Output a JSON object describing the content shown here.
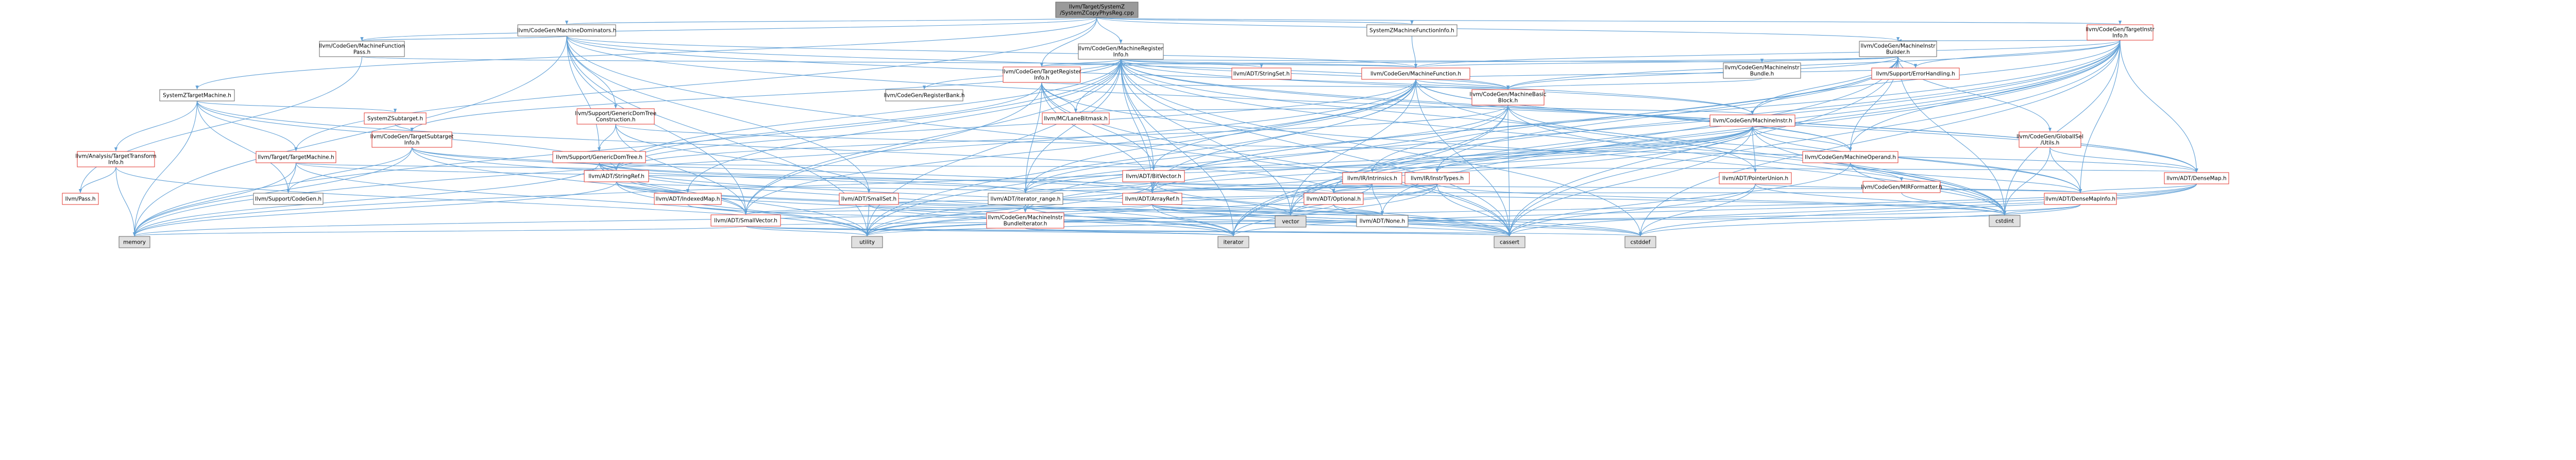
{
  "colors": {
    "edge": "#63a1d6",
    "root_fill": "#9a9a9a",
    "node_fill": "#ffffff",
    "system_fill": "#e0e0e0",
    "node_border": "#666666",
    "red_border": "#e0362c"
  },
  "nodes": [
    {
      "id": "root",
      "lines": [
        "llvm/Target/SystemZ",
        "/SystemZCopyPhysReg.cpp"
      ],
      "style": "root"
    },
    {
      "id": "dom",
      "lines": [
        "llvm/CodeGen/MachineDominators.h"
      ],
      "style": "plain"
    },
    {
      "id": "zmfi",
      "lines": [
        "SystemZMachineFunctionInfo.h"
      ],
      "style": "plain"
    },
    {
      "id": "tgtinstr",
      "lines": [
        "llvm/CodeGen/TargetInstr",
        "Info.h"
      ],
      "style": "red"
    },
    {
      "id": "mir",
      "lines": [
        "llvm/CodeGen/MachineInstr",
        "Builder.h"
      ],
      "style": "plain"
    },
    {
      "id": "mfpass",
      "lines": [
        "llvm/CodeGen/MachineFunction",
        "Pass.h"
      ],
      "style": "plain"
    },
    {
      "id": "mri",
      "lines": [
        "llvm/CodeGen/MachineRegister",
        "Info.h"
      ],
      "style": "plain"
    },
    {
      "id": "mibundle",
      "lines": [
        "llvm/CodeGen/MachineInstr",
        "Bundle.h"
      ],
      "style": "plain"
    },
    {
      "id": "tri",
      "lines": [
        "llvm/CodeGen/TargetRegister",
        "Info.h"
      ],
      "style": "red"
    },
    {
      "id": "strset",
      "lines": [
        "llvm/ADT/StringSet.h"
      ],
      "style": "red"
    },
    {
      "id": "mf",
      "lines": [
        "llvm/CodeGen/MachineFunction.h"
      ],
      "style": "red"
    },
    {
      "id": "errh",
      "lines": [
        "llvm/Support/ErrorHandling.h"
      ],
      "style": "red"
    },
    {
      "id": "ztm",
      "lines": [
        "SystemZTargetMachine.h"
      ],
      "style": "plain"
    },
    {
      "id": "regbank",
      "lines": [
        "llvm/CodeGen/RegisterBank.h"
      ],
      "style": "plain"
    },
    {
      "id": "mbb",
      "lines": [
        "llvm/CodeGen/MachineBasic",
        "Block.h"
      ],
      "style": "red"
    },
    {
      "id": "gdtc",
      "lines": [
        "llvm/Support/GenericDomTree",
        "Construction.h"
      ],
      "style": "red"
    },
    {
      "id": "subtgt",
      "lines": [
        "SystemZSubtarget.h"
      ],
      "style": "red"
    },
    {
      "id": "lanemask",
      "lines": [
        "llvm/MC/LaneBitmask.h"
      ],
      "style": "red"
    },
    {
      "id": "mi",
      "lines": [
        "llvm/CodeGen/MachineInstr.h"
      ],
      "style": "red"
    },
    {
      "id": "globalisel",
      "lines": [
        "llvm/CodeGen/GlobalISel",
        "/Utils.h"
      ],
      "style": "red"
    },
    {
      "id": "tsi",
      "lines": [
        "llvm/CodeGen/TargetSubtarget",
        "Info.h"
      ],
      "style": "red"
    },
    {
      "id": "gdt",
      "lines": [
        "llvm/Support/GenericDomTree.h"
      ],
      "style": "red"
    },
    {
      "id": "att",
      "lines": [
        "llvm/Analysis/TargetTransform",
        "Info.h"
      ],
      "style": "red"
    },
    {
      "id": "ttm",
      "lines": [
        "llvm/Target/TargetMachine.h"
      ],
      "style": "red"
    },
    {
      "id": "mop",
      "lines": [
        "llvm/CodeGen/MachineOperand.h"
      ],
      "style": "red"
    },
    {
      "id": "intrin",
      "lines": [
        "llvm/IR/Intrinsics.h"
      ],
      "style": "red"
    },
    {
      "id": "instrtypes",
      "lines": [
        "llvm/IR/InstrTypes.h"
      ],
      "style": "red"
    },
    {
      "id": "ptrunion",
      "lines": [
        "llvm/ADT/PointerUnion.h"
      ],
      "style": "red"
    },
    {
      "id": "strref",
      "lines": [
        "llvm/ADT/StringRef.h"
      ],
      "style": "red"
    },
    {
      "id": "bitvec",
      "lines": [
        "llvm/ADT/BitVector.h"
      ],
      "style": "red"
    },
    {
      "id": "mirfmt",
      "lines": [
        "llvm/CodeGen/MIRFormatter.h"
      ],
      "style": "red"
    },
    {
      "id": "densemap",
      "lines": [
        "llvm/ADT/DenseMap.h"
      ],
      "style": "red"
    },
    {
      "id": "pass",
      "lines": [
        "llvm/Pass.h"
      ],
      "style": "red"
    },
    {
      "id": "supcg",
      "lines": [
        "llvm/Support/CodeGen.h"
      ],
      "style": "plain"
    },
    {
      "id": "idxmap",
      "lines": [
        "llvm/ADT/IndexedMap.h"
      ],
      "style": "red"
    },
    {
      "id": "smallset",
      "lines": [
        "llvm/ADT/SmallSet.h"
      ],
      "style": "red"
    },
    {
      "id": "iterrange",
      "lines": [
        "llvm/ADT/iterator_range.h"
      ],
      "style": "plain"
    },
    {
      "id": "arrayref",
      "lines": [
        "llvm/ADT/ArrayRef.h"
      ],
      "style": "red"
    },
    {
      "id": "optional",
      "lines": [
        "llvm/ADT/Optional.h"
      ],
      "style": "red"
    },
    {
      "id": "densemapinfo",
      "lines": [
        "llvm/ADT/DenseMapInfo.h"
      ],
      "style": "red"
    },
    {
      "id": "smallvec",
      "lines": [
        "llvm/ADT/SmallVector.h"
      ],
      "style": "red"
    },
    {
      "id": "mibi",
      "lines": [
        "llvm/CodeGen/MachineInstr",
        "BundleIterator.h"
      ],
      "style": "red"
    },
    {
      "id": "vector",
      "lines": [
        "vector"
      ],
      "style": "system"
    },
    {
      "id": "none",
      "lines": [
        "llvm/ADT/None.h"
      ],
      "style": "plain"
    },
    {
      "id": "cstdint",
      "lines": [
        "cstdint"
      ],
      "style": "system"
    },
    {
      "id": "memory",
      "lines": [
        "memory"
      ],
      "style": "system"
    },
    {
      "id": "utility",
      "lines": [
        "utility"
      ],
      "style": "system"
    },
    {
      "id": "iterator",
      "lines": [
        "iterator"
      ],
      "style": "system"
    },
    {
      "id": "cassert",
      "lines": [
        "cassert"
      ],
      "style": "system"
    },
    {
      "id": "cstddef",
      "lines": [
        "cstddef"
      ],
      "style": "system"
    }
  ],
  "edges": [
    [
      "root",
      "dom"
    ],
    [
      "root",
      "zmfi"
    ],
    [
      "root",
      "tgtinstr"
    ],
    [
      "root",
      "mri"
    ],
    [
      "root",
      "mir"
    ],
    [
      "root",
      "mfpass"
    ],
    [
      "root",
      "ztm"
    ],
    [
      "root",
      "ttm"
    ],
    [
      "root",
      "tri"
    ],
    [
      "dom",
      "mfpass"
    ],
    [
      "dom",
      "mbb"
    ],
    [
      "dom",
      "mf"
    ],
    [
      "dom",
      "mi"
    ],
    [
      "dom",
      "gdt"
    ],
    [
      "dom",
      "gdtc"
    ],
    [
      "dom",
      "smallvec"
    ],
    [
      "dom",
      "densemap"
    ],
    [
      "dom",
      "memory"
    ],
    [
      "dom",
      "cassert"
    ],
    [
      "dom",
      "utility"
    ],
    [
      "dom",
      "smallset"
    ],
    [
      "zmfi",
      "mf"
    ],
    [
      "tgtinstr",
      "mir"
    ],
    [
      "tgtinstr",
      "mf"
    ],
    [
      "tgtinstr",
      "mbb"
    ],
    [
      "tgtinstr",
      "mi"
    ],
    [
      "tgtinstr",
      "mop"
    ],
    [
      "tgtinstr",
      "errh"
    ],
    [
      "tgtinstr",
      "densemap"
    ],
    [
      "tgtinstr",
      "densemapinfo"
    ],
    [
      "tgtinstr",
      "arrayref"
    ],
    [
      "tgtinstr",
      "none"
    ],
    [
      "tgtinstr",
      "optional"
    ],
    [
      "tgtinstr",
      "cassert"
    ],
    [
      "tgtinstr",
      "cstddef"
    ],
    [
      "tgtinstr",
      "cstdint"
    ],
    [
      "tgtinstr",
      "utility"
    ],
    [
      "tgtinstr",
      "vector"
    ],
    [
      "tgtinstr",
      "iterator"
    ],
    [
      "mir",
      "mibundle"
    ],
    [
      "mir",
      "mf"
    ],
    [
      "mir",
      "mbb"
    ],
    [
      "mir",
      "mi"
    ],
    [
      "mir",
      "mop"
    ],
    [
      "mir",
      "globalisel"
    ],
    [
      "mir",
      "tri"
    ],
    [
      "mir",
      "errh"
    ],
    [
      "mir",
      "instrtypes"
    ],
    [
      "mir",
      "intrin"
    ],
    [
      "mir",
      "cassert"
    ],
    [
      "mir",
      "cstdint"
    ],
    [
      "mir",
      "arrayref"
    ],
    [
      "mir",
      "iterator"
    ],
    [
      "mfpass",
      "mf"
    ],
    [
      "mfpass",
      "pass"
    ],
    [
      "mri",
      "tri"
    ],
    [
      "mri",
      "strset"
    ],
    [
      "mri",
      "mf"
    ],
    [
      "mri",
      "mbb"
    ],
    [
      "mri",
      "mi"
    ],
    [
      "mri",
      "mop"
    ],
    [
      "mri",
      "mibundle"
    ],
    [
      "mri",
      "regbank"
    ],
    [
      "mri",
      "lanemask"
    ],
    [
      "mri",
      "tsi"
    ],
    [
      "mri",
      "bitvec"
    ],
    [
      "mri",
      "idxmap"
    ],
    [
      "mri",
      "iterrange"
    ],
    [
      "mri",
      "arrayref"
    ],
    [
      "mri",
      "pointerunion"
    ],
    [
      "mri",
      "smallvec"
    ],
    [
      "mri",
      "densemap"
    ],
    [
      "mri",
      "ptrunion"
    ],
    [
      "mri",
      "memory"
    ],
    [
      "mri",
      "utility"
    ],
    [
      "mri",
      "vector"
    ],
    [
      "mri",
      "cassert"
    ],
    [
      "mri",
      "cstddef"
    ],
    [
      "mri",
      "cstdint"
    ],
    [
      "mri",
      "iterator"
    ],
    [
      "mri",
      "strref"
    ],
    [
      "mibundle",
      "mbb"
    ],
    [
      "tri",
      "lanemask"
    ],
    [
      "tri",
      "mbb"
    ],
    [
      "tri",
      "arrayref"
    ],
    [
      "tri",
      "bitvec"
    ],
    [
      "tri",
      "smallvec"
    ],
    [
      "tri",
      "iterrange"
    ],
    [
      "tri",
      "strref"
    ],
    [
      "tri",
      "cassert"
    ],
    [
      "tri",
      "cstdint"
    ],
    [
      "mf",
      "mbb"
    ],
    [
      "mf",
      "errh"
    ],
    [
      "mf",
      "bitvec"
    ],
    [
      "mf",
      "arrayref"
    ],
    [
      "mf",
      "densemap"
    ],
    [
      "mf",
      "smallvec"
    ],
    [
      "mf",
      "strref"
    ],
    [
      "mf",
      "mop"
    ],
    [
      "mf",
      "iterrange"
    ],
    [
      "mf",
      "cassert"
    ],
    [
      "mf",
      "cstdint"
    ],
    [
      "mf",
      "memory"
    ],
    [
      "mf",
      "utility"
    ],
    [
      "mf",
      "vector"
    ],
    [
      "ztm",
      "subtgt"
    ],
    [
      "ztm",
      "ttm"
    ],
    [
      "ztm",
      "att"
    ],
    [
      "ztm",
      "supcg"
    ],
    [
      "ztm",
      "optional"
    ],
    [
      "ztm",
      "memory"
    ],
    [
      "ztm",
      "strref"
    ],
    [
      "mbb",
      "mi"
    ],
    [
      "mbb",
      "mibi"
    ],
    [
      "mbb",
      "lanemask"
    ],
    [
      "mbb",
      "iterrange"
    ],
    [
      "mbb",
      "densemapinfo"
    ],
    [
      "mbb",
      "cassert"
    ],
    [
      "mbb",
      "cstdint"
    ],
    [
      "mbb",
      "iterator"
    ],
    [
      "mbb",
      "vector"
    ],
    [
      "mbb",
      "strref"
    ],
    [
      "gdtc",
      "gdt"
    ],
    [
      "gdtc",
      "densemap"
    ],
    [
      "gdtc",
      "smallvec"
    ],
    [
      "gdtc",
      "smallset"
    ],
    [
      "subtgt",
      "tsi"
    ],
    [
      "mi",
      "mop"
    ],
    [
      "mi",
      "mibi"
    ],
    [
      "mi",
      "ptrunion"
    ],
    [
      "mi",
      "densemapinfo"
    ],
    [
      "mi",
      "arrayref"
    ],
    [
      "mi",
      "iterrange"
    ],
    [
      "mi",
      "intrin"
    ],
    [
      "mi",
      "instrtypes"
    ],
    [
      "mi",
      "cassert"
    ],
    [
      "mi",
      "cstdint"
    ],
    [
      "mi",
      "utility"
    ],
    [
      "mi",
      "memory"
    ],
    [
      "globalisel",
      "densemap"
    ],
    [
      "globalisel",
      "densemapinfo"
    ],
    [
      "globalisel",
      "cstdint"
    ],
    [
      "tsi",
      "strref"
    ],
    [
      "tsi",
      "arrayref"
    ],
    [
      "tsi",
      "smallvec"
    ],
    [
      "tsi",
      "supcg"
    ],
    [
      "tsi",
      "memory"
    ],
    [
      "tsi",
      "vector"
    ],
    [
      "gdt",
      "arrayref"
    ],
    [
      "gdt",
      "smallvec"
    ],
    [
      "gdt",
      "iterrange"
    ],
    [
      "gdt",
      "densemap"
    ],
    [
      "gdt",
      "strref"
    ],
    [
      "gdt",
      "cassert"
    ],
    [
      "gdt",
      "memory"
    ],
    [
      "gdt",
      "utility"
    ],
    [
      "gdt",
      "iterator"
    ],
    [
      "att",
      "pass"
    ],
    [
      "att",
      "memory"
    ],
    [
      "att",
      "utility"
    ],
    [
      "ttm",
      "supcg"
    ],
    [
      "ttm",
      "strref"
    ],
    [
      "ttm",
      "optional"
    ],
    [
      "ttm",
      "memory"
    ],
    [
      "ttm",
      "utility"
    ],
    [
      "mop",
      "mirfmt"
    ],
    [
      "mop",
      "cassert"
    ],
    [
      "mop",
      "cstdint"
    ],
    [
      "mop",
      "densemapinfo"
    ],
    [
      "intrin",
      "arrayref"
    ],
    [
      "intrin",
      "none"
    ],
    [
      "intrin",
      "optional"
    ],
    [
      "intrin",
      "vector"
    ],
    [
      "instrtypes",
      "arrayref"
    ],
    [
      "instrtypes",
      "optional"
    ],
    [
      "instrtypes",
      "iterrange"
    ],
    [
      "instrtypes",
      "cstdint"
    ],
    [
      "instrtypes",
      "iterator"
    ],
    [
      "instrtypes",
      "vector"
    ],
    [
      "instrtypes",
      "cassert"
    ],
    [
      "instrtypes",
      "utility"
    ],
    [
      "ptrunion",
      "densemapinfo"
    ],
    [
      "ptrunion",
      "cassert"
    ],
    [
      "ptrunion",
      "cstddef"
    ],
    [
      "ptrunion",
      "cstdint"
    ],
    [
      "strref",
      "iterrange"
    ],
    [
      "strref",
      "cstddef"
    ],
    [
      "strref",
      "iterator"
    ],
    [
      "strref",
      "utility"
    ],
    [
      "strref",
      "memory"
    ],
    [
      "strref",
      "cassert"
    ],
    [
      "bitvec",
      "arrayref"
    ],
    [
      "bitvec",
      "densemapinfo"
    ],
    [
      "bitvec",
      "iterrange"
    ],
    [
      "bitvec",
      "cassert"
    ],
    [
      "bitvec",
      "cstdint"
    ],
    [
      "bitvec",
      "utility"
    ],
    [
      "mirfmt",
      "optional"
    ],
    [
      "mirfmt",
      "cstdint"
    ],
    [
      "densemap",
      "densemapinfo"
    ],
    [
      "densemap",
      "cassert"
    ],
    [
      "densemap",
      "cstddef"
    ],
    [
      "densemap",
      "iterator"
    ],
    [
      "densemap",
      "utility"
    ],
    [
      "idxmap",
      "smallvec"
    ],
    [
      "idxmap",
      "cassert"
    ],
    [
      "smallset",
      "smallvec"
    ],
    [
      "smallset",
      "none"
    ],
    [
      "smallset",
      "optional"
    ],
    [
      "smallset",
      "iterator"
    ],
    [
      "smallset",
      "utility"
    ],
    [
      "smallset",
      "cstddef"
    ],
    [
      "iterrange",
      "iterator"
    ],
    [
      "iterrange",
      "utility"
    ],
    [
      "arrayref",
      "smallvec"
    ],
    [
      "arrayref",
      "none"
    ],
    [
      "arrayref",
      "optional"
    ],
    [
      "arrayref",
      "cassert"
    ],
    [
      "arrayref",
      "cstddef"
    ],
    [
      "arrayref",
      "iterator"
    ],
    [
      "arrayref",
      "memory"
    ],
    [
      "arrayref",
      "vector"
    ],
    [
      "optional",
      "none"
    ],
    [
      "optional",
      "cassert"
    ],
    [
      "optional",
      "utility"
    ],
    [
      "densemapinfo",
      "cstddef"
    ],
    [
      "densemapinfo",
      "cstdint"
    ],
    [
      "densemapinfo",
      "utility"
    ],
    [
      "smallvec",
      "cassert"
    ],
    [
      "smallvec",
      "cstddef"
    ],
    [
      "smallvec",
      "cstdint"
    ],
    [
      "smallvec",
      "iterator"
    ],
    [
      "smallvec",
      "memory"
    ],
    [
      "smallvec",
      "utility"
    ],
    [
      "mibi",
      "iterator"
    ],
    [
      "mibi",
      "cassert"
    ]
  ]
}
